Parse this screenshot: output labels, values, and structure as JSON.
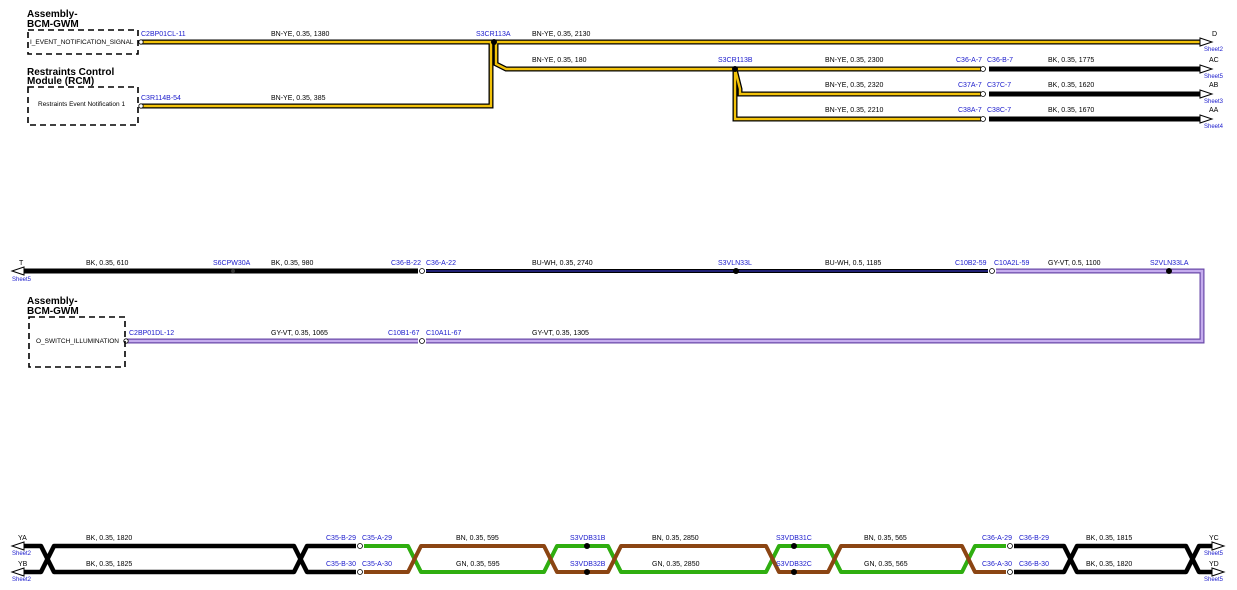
{
  "colors": {
    "bn_ye_fill": "#f2c20a",
    "bk": "#000000",
    "bu_wh_fill": "#2a2a9a",
    "gy_vt_fill": "#b89ae0",
    "gn": "#2fae10",
    "bn": "#8b4513",
    "connector": "#1a1acc"
  },
  "section1": {
    "module1": {
      "title1": "Assembly-",
      "title2": "BCM-GWM",
      "pin_label": "I_EVENT_NOTIFICATION_SIGNAL"
    },
    "module2": {
      "title1": "Restraints Control",
      "title2": "Module (RCM)",
      "pin_label": "Restraints Event Notification 1"
    },
    "conn_bcm": "C2BP01CL-11",
    "conn_rcm": "C3R114B-54",
    "wire_bcm": "BN-YE,  0.35,  1380",
    "wire_rcm": "BN-YE,  0.35,  385",
    "splice_a": "S3CR113A",
    "wire_a_d": "BN-YE,  0.35,  2130",
    "wire_a_b": "BN-YE,  0.35,  180",
    "splice_b": "S3CR113B",
    "branches": [
      {
        "wire": "BN-YE,  0.35,  2300",
        "conn_l": "C36-A-7",
        "conn_r": "C36-B-7",
        "wire_r": "BK,  0.35,  1775",
        "end": "AC",
        "sheet": "Sheet5"
      },
      {
        "wire": "BN-YE,  0.35,  2320",
        "conn_l": "C37A-7",
        "conn_r": "C37C-7",
        "wire_r": "BK,  0.35,  1620",
        "end": "AB",
        "sheet": "Sheet3"
      },
      {
        "wire": "BN-YE,  0.35,  2210",
        "conn_l": "C38A-7",
        "conn_r": "C38C-7",
        "wire_r": "BK,  0.35,  1670",
        "end": "AA",
        "sheet": "Sheet4"
      }
    ],
    "end_d": "D",
    "sheet_d": "Sheet2"
  },
  "section2": {
    "end_t": "T",
    "sheet_t": "Sheet5",
    "wire_t": "BK,  0.35,  610",
    "splice_s6": "S6CPW30A",
    "wire_s6": "BK,  0.35,  980",
    "conn_c36b": "C36-B-22",
    "conn_c36a": "C36-A-22",
    "wire_buwh1": "BU-WH,  0.35,  2740",
    "splice_s3v": "S3VLN33L",
    "wire_buwh2": "BU-WH,  0.5,  1185",
    "conn_c10b2": "C10B2-59",
    "conn_c10a2": "C10A2L-59",
    "wire_gyvt1": "GY-VT,  0.5,  1100",
    "splice_s2v": "S2VLN33LA",
    "module": {
      "title1": "Assembly-",
      "title2": "BCM-GWM",
      "pin_label": "O_SWITCH_ILLUMINATION"
    },
    "conn_bcm": "C2BP01DL-12",
    "wire_gyvt2": "GY-VT,  0.35,  1065",
    "conn_c10b1": "C10B1-67",
    "conn_c10a1": "C10A1L-67",
    "wire_gyvt3": "GY-VT,  0.35,  1305"
  },
  "section3": {
    "left_top": {
      "end": "YA",
      "sheet": "Sheet2"
    },
    "left_bot": {
      "end": "YB",
      "sheet": "Sheet2"
    },
    "right_top": {
      "end": "YC",
      "sheet": "Sheet5"
    },
    "right_bot": {
      "end": "YD",
      "sheet": "Sheet5"
    },
    "bk_l_top": "BK,  0.35,  1820",
    "bk_l_bot": "BK,  0.35,  1825",
    "c35_top_l": "C35-B-29",
    "c35_top_r": "C35-A-29",
    "c35_bot_l": "C35-B-30",
    "c35_bot_r": "C35-A-30",
    "bn_1": "BN,  0.35,  595",
    "gn_1": "GN,  0.35,  595",
    "splice_31b": "S3VDB31B",
    "splice_32b": "S3VDB32B",
    "bn_2": "BN,  0.35,  2850",
    "gn_2": "GN,  0.35,  2850",
    "splice_31c": "S3VDB31C",
    "splice_32c": "S3VDB32C",
    "bn_3": "BN,  0.35,  565",
    "gn_3": "GN,  0.35,  565",
    "c36_top_l": "C36-A-29",
    "c36_top_r": "C36-B-29",
    "c36_bot_l": "C36-A-30",
    "c36_bot_r": "C36-B-30",
    "bk_r_top": "BK,  0.35,  1815",
    "bk_r_bot": "BK,  0.35,  1820"
  }
}
